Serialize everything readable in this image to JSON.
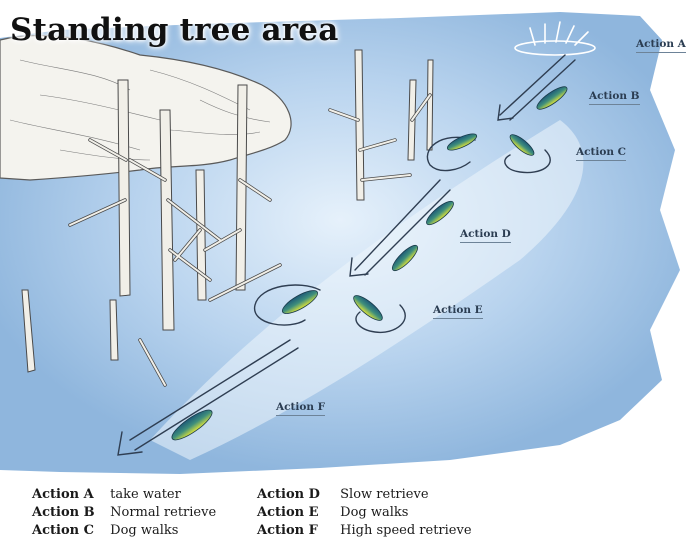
{
  "title": "Standing tree area",
  "labels": {
    "a": "Action A",
    "b": "Action B",
    "c": "Action C",
    "d": "Action D",
    "e": "Action E",
    "f": "Action F"
  },
  "legend": [
    {
      "key": "Action A",
      "desc": "take water"
    },
    {
      "key": "Action B",
      "desc": "Normal retrieve"
    },
    {
      "key": "Action C",
      "desc": "Dog walks"
    },
    {
      "key": "Action D",
      "desc": "Slow retrieve"
    },
    {
      "key": "Action E",
      "desc": "Dog walks"
    },
    {
      "key": "Action F",
      "desc": "High speed retrieve"
    }
  ],
  "colors": {
    "water": "#8fb6dd",
    "water_light": "#e3eef9",
    "lure_back": "#2d6f86",
    "lure_belly": "#d9e23a",
    "tree": "#f1efe8",
    "tree_outline": "#4a4a4a"
  }
}
